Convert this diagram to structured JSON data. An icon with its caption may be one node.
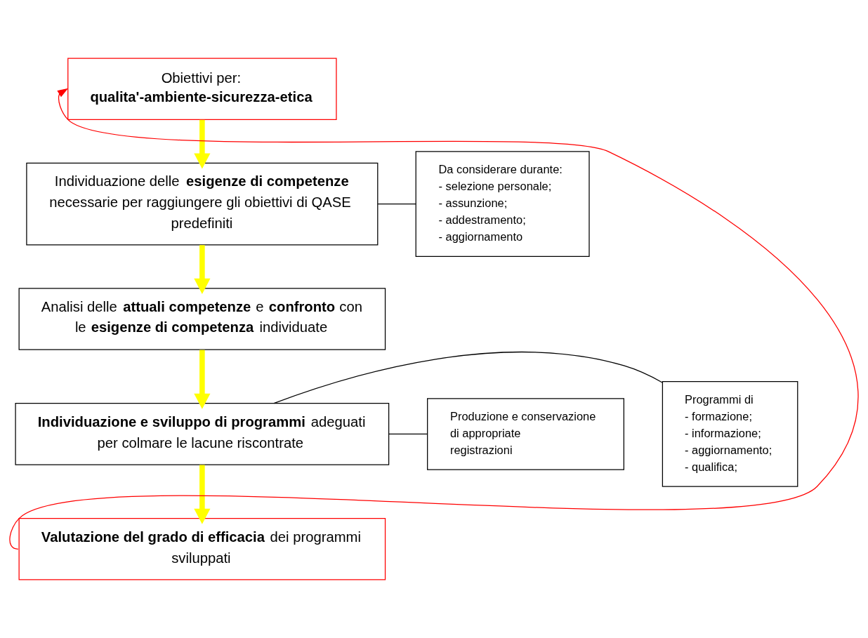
{
  "diagram": {
    "nodes": [
      {
        "text": [
          "Obiettivi per:",
          "**qualita'-ambiente-sicurezza-etica**"
        ]
      },
      {
        "text": [
          "Individuazione delle **esigenze di competenze** necessarie per raggiungere gli obiettivi di QASE predefiniti"
        ]
      },
      {
        "text": [
          "Analisi delle **attuali competenze** e **confronto** con le **esigenze di competenza** individuate"
        ]
      },
      {
        "text": [
          "**Individuazione e sviluppo di programmi** adeguati per colmare le lacune riscontrate"
        ]
      },
      {
        "text": [
          "**Valutazione del grado di efficacia** dei programmi sviluppati"
        ]
      },
      {
        "text": [
          "Da considerare durante:",
          "- selezione personale;",
          "- assunzione;",
          "- addestramento;",
          "- aggiornamento"
        ]
      },
      {
        "text": [
          "Programmi di",
          "- formazione;",
          "- informazione;",
          "- aggiornamento;",
          "- qualifica;"
        ]
      },
      {
        "text": [
          "Produzione e conservazione di appropriate registrazioni"
        ]
      }
    ],
    "edges": [
      {
        "from": 0,
        "to": 1,
        "arrow": "to",
        "style": "thick",
        "color": "#ffff00"
      },
      {
        "from": 1,
        "to": 2,
        "arrow": "to",
        "style": "thick",
        "color": "#ffff00"
      },
      {
        "from": 2,
        "to": 3,
        "arrow": "to",
        "style": "thick",
        "color": "#ffff00"
      },
      {
        "from": 3,
        "to": 4,
        "arrow": "to",
        "style": "thick",
        "color": "#ffff00"
      },
      {
        "from": 4,
        "to": 0,
        "arrow": "to",
        "color": "#ff0000"
      },
      {
        "from": 1,
        "to": 5,
        "arrow": "none",
        "color": "#000000"
      },
      {
        "from": 3,
        "to": 6,
        "arrow": "none",
        "color": "#000000"
      },
      {
        "from": 3,
        "to": 7,
        "arrow": "none",
        "color": "#000000"
      }
    ]
  }
}
